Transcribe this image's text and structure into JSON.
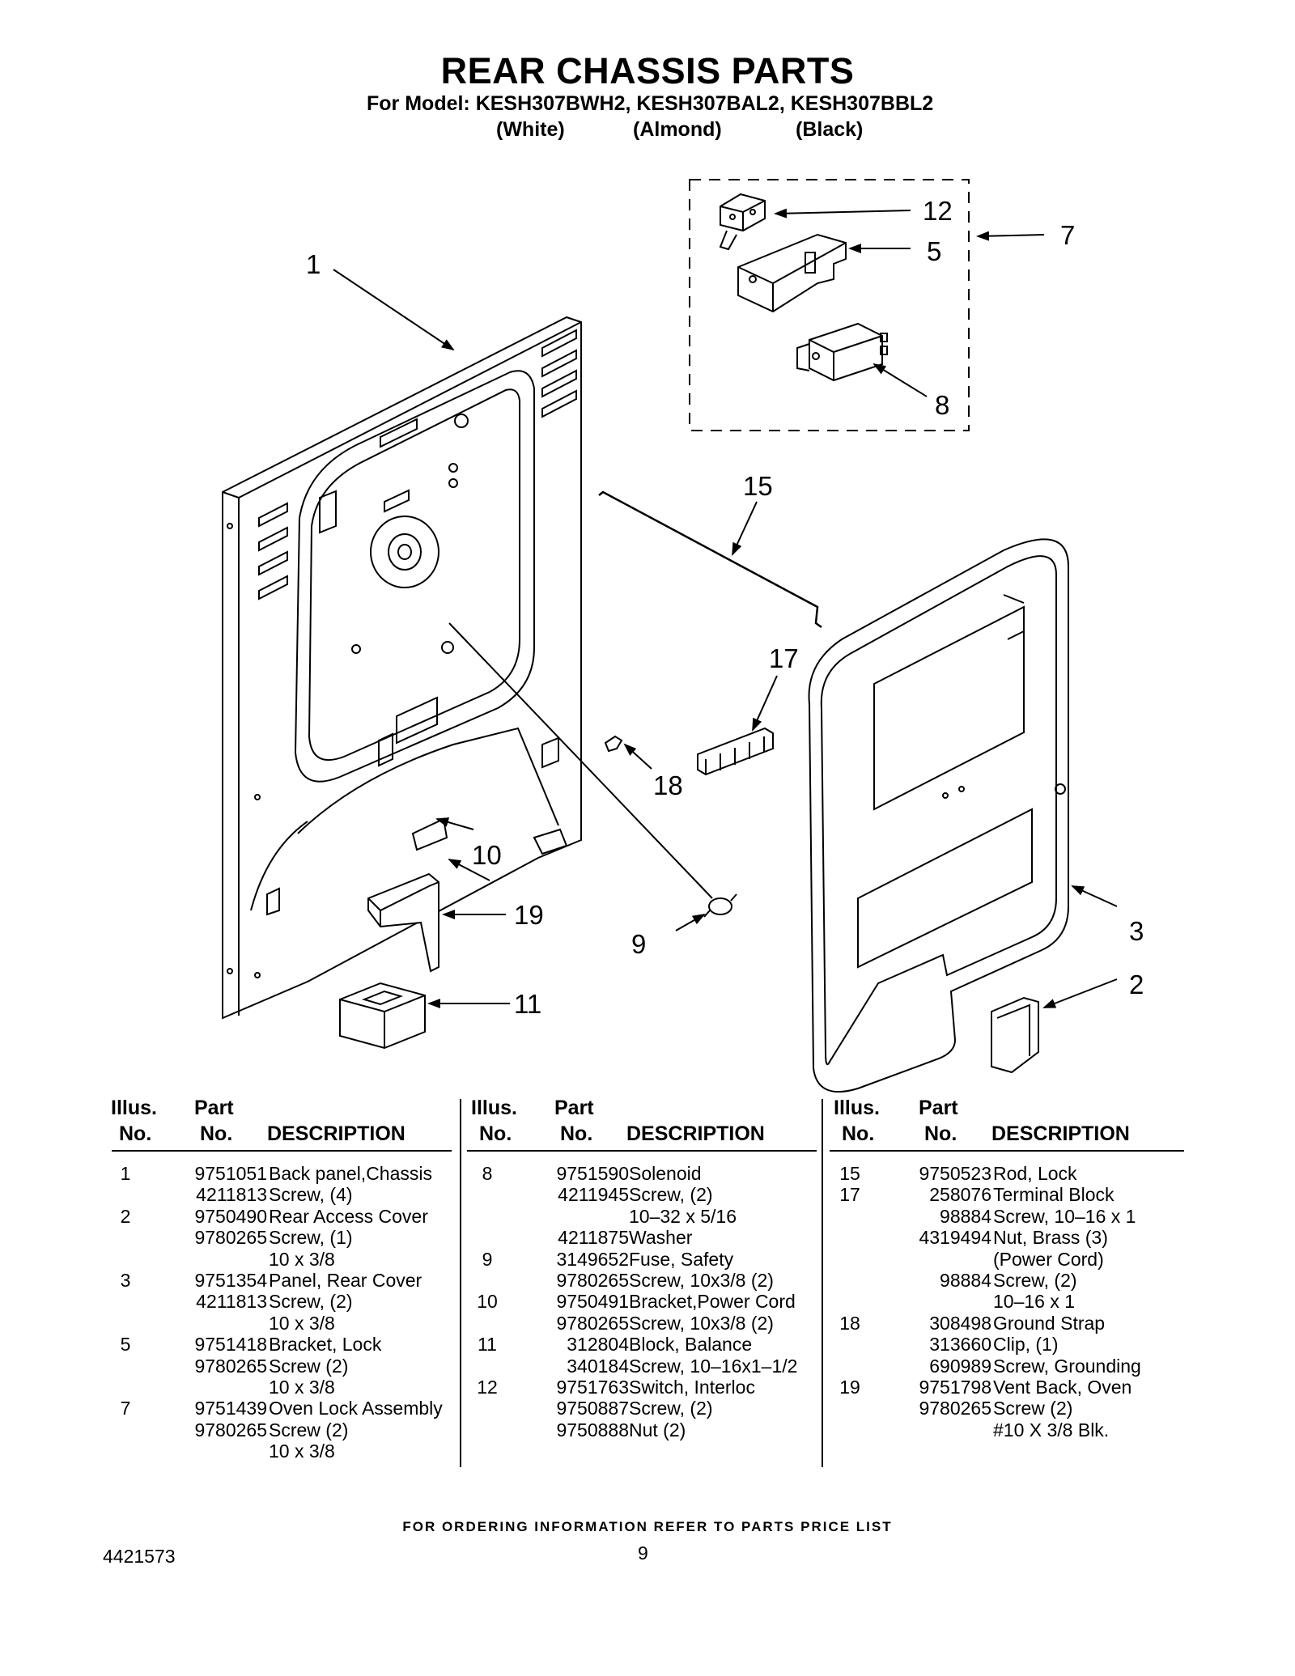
{
  "header": {
    "title": "REAR CHASSIS PARTS",
    "subtitle": "For Model: KESH307BWH2, KESH307BAL2, KESH307BBL2",
    "colors": [
      "(White)",
      "(Almond)",
      "(Black)"
    ]
  },
  "diagram": {
    "callouts": [
      "1",
      "2",
      "3",
      "5",
      "7",
      "8",
      "9",
      "10",
      "11",
      "12",
      "15",
      "17",
      "18",
      "19"
    ]
  },
  "table": {
    "headers": {
      "illus_top": "Illus.",
      "illus_bottom": "No.",
      "part_top": "Part",
      "part_bottom": "No.",
      "description": "DESCRIPTION"
    },
    "columns": [
      [
        {
          "illus": "1",
          "part": "9751051",
          "desc": "Back panel,Chassis"
        },
        {
          "illus": "",
          "part": "4211813",
          "desc": "Screw, (4)"
        },
        {
          "illus": "2",
          "part": "9750490",
          "desc": "Rear Access Cover"
        },
        {
          "illus": "",
          "part": "9780265",
          "desc": "Screw, (1)"
        },
        {
          "illus": "",
          "part": "",
          "desc": "10 x 3/8"
        },
        {
          "illus": "3",
          "part": "9751354",
          "desc": "Panel, Rear Cover"
        },
        {
          "illus": "",
          "part": "4211813",
          "desc": "Screw, (2)"
        },
        {
          "illus": "",
          "part": "",
          "desc": "10 x 3/8"
        },
        {
          "illus": "5",
          "part": "9751418",
          "desc": "Bracket, Lock"
        },
        {
          "illus": "",
          "part": "9780265",
          "desc": "Screw (2)"
        },
        {
          "illus": "",
          "part": "",
          "desc": "10 x 3/8"
        },
        {
          "illus": "7",
          "part": "9751439",
          "desc": "Oven Lock Assembly"
        },
        {
          "illus": "",
          "part": "9780265",
          "desc": "Screw (2)"
        },
        {
          "illus": "",
          "part": "",
          "desc": "10 x 3/8"
        }
      ],
      [
        {
          "illus": "8",
          "part": "9751590",
          "desc": "Solenoid"
        },
        {
          "illus": "",
          "part": "4211945",
          "desc": "Screw, (2)"
        },
        {
          "illus": "",
          "part": "",
          "desc": "10–32 x 5/16"
        },
        {
          "illus": "",
          "part": "4211875",
          "desc": "Washer"
        },
        {
          "illus": "9",
          "part": "3149652",
          "desc": "Fuse, Safety"
        },
        {
          "illus": "",
          "part": "9780265",
          "desc": "Screw, 10x3/8 (2)"
        },
        {
          "illus": "10",
          "part": "9750491",
          "desc": "Bracket,Power Cord"
        },
        {
          "illus": "",
          "part": "9780265",
          "desc": "Screw, 10x3/8 (2)"
        },
        {
          "illus": "11",
          "part": "312804",
          "desc": "Block, Balance"
        },
        {
          "illus": "",
          "part": "340184",
          "desc": "Screw, 10–16x1–1/2"
        },
        {
          "illus": "12",
          "part": "9751763",
          "desc": "Switch, Interloc"
        },
        {
          "illus": "",
          "part": "9750887",
          "desc": "Screw, (2)"
        },
        {
          "illus": "",
          "part": "9750888",
          "desc": "Nut (2)"
        }
      ],
      [
        {
          "illus": "15",
          "part": "9750523",
          "desc": "Rod, Lock"
        },
        {
          "illus": "17",
          "part": "258076",
          "desc": "Terminal Block"
        },
        {
          "illus": "",
          "part": "98884",
          "desc": "Screw, 10–16 x 1"
        },
        {
          "illus": "",
          "part": "4319494",
          "desc": "Nut, Brass (3)"
        },
        {
          "illus": "",
          "part": "",
          "desc": "(Power Cord)"
        },
        {
          "illus": "",
          "part": "98884",
          "desc": "Screw, (2)"
        },
        {
          "illus": "",
          "part": "",
          "desc": "10–16 x 1"
        },
        {
          "illus": "18",
          "part": "308498",
          "desc": "Ground Strap"
        },
        {
          "illus": "",
          "part": "313660",
          "desc": "Clip, (1)"
        },
        {
          "illus": "",
          "part": "690989",
          "desc": "Screw, Grounding"
        },
        {
          "illus": "19",
          "part": "9751798",
          "desc": "Vent Back, Oven"
        },
        {
          "illus": "",
          "part": "9780265",
          "desc": "Screw (2)"
        },
        {
          "illus": "",
          "part": "",
          "desc": "#10 X 3/8 Blk."
        }
      ]
    ]
  },
  "footer": {
    "ordering_note": "FOR ORDERING INFORMATION REFER TO PARTS PRICE LIST",
    "document_number": "4421573",
    "page_number": "9"
  }
}
